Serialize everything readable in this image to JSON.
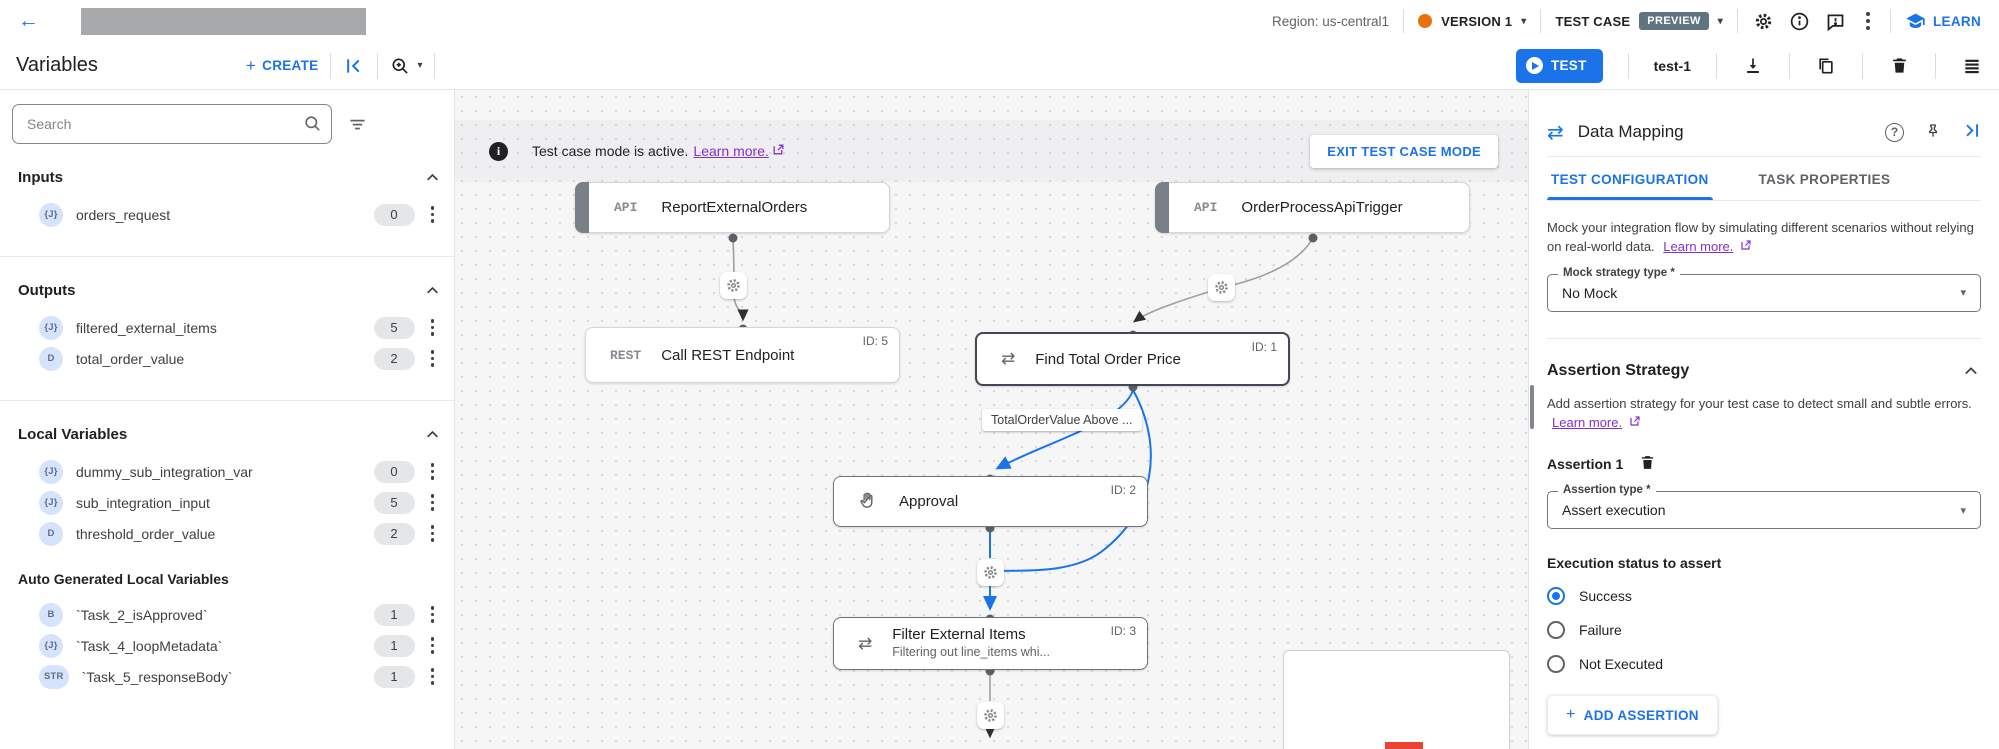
{
  "topbar": {
    "region": "Region: us-central1",
    "version": "VERSION 1",
    "test_case": "TEST CASE",
    "preview": "PREVIEW",
    "learn": "LEARN"
  },
  "toolbar": {
    "title": "Variables",
    "create": "CREATE",
    "test": "TEST",
    "test_case_name": "test-1"
  },
  "variables_panel": {
    "search_placeholder": "Search",
    "sections": [
      {
        "title": "Inputs",
        "items": [
          {
            "type": "{J}",
            "name": "orders_request",
            "count": "0"
          }
        ]
      },
      {
        "title": "Outputs",
        "items": [
          {
            "type": "{J}",
            "name": "filtered_external_items",
            "count": "5"
          },
          {
            "type": "D",
            "name": "total_order_value",
            "count": "2"
          }
        ]
      },
      {
        "title": "Local Variables",
        "items": [
          {
            "type": "{J}",
            "name": "dummy_sub_integration_var",
            "count": "0"
          },
          {
            "type": "{J}",
            "name": "sub_integration_input",
            "count": "5"
          },
          {
            "type": "D",
            "name": "threshold_order_value",
            "count": "2"
          }
        ]
      },
      {
        "title": "Auto Generated Local Variables",
        "items": [
          {
            "type": "B",
            "name": "`Task_2_isApproved`",
            "count": "1"
          },
          {
            "type": "{J}",
            "name": "`Task_4_loopMetadata`",
            "count": "1"
          },
          {
            "type": "STR",
            "name": "`Task_5_responseBody`",
            "count": "1"
          }
        ]
      }
    ]
  },
  "canvas": {
    "banner": {
      "text": "Test case mode is active.",
      "link": "Learn more.",
      "exit": "EXIT TEST CASE MODE"
    },
    "edge_label": "TotalOrderValue Above ...",
    "nodes": [
      {
        "icon": "API",
        "title": "ReportExternalOrders"
      },
      {
        "icon": "API",
        "title": "OrderProcessApiTrigger"
      },
      {
        "icon": "REST",
        "title": "Call REST Endpoint",
        "id": "ID: 5"
      },
      {
        "icon": "⇄",
        "title": "Find Total Order Price",
        "id": "ID: 1"
      },
      {
        "icon": "hand",
        "title": "Approval",
        "id": "ID: 2"
      },
      {
        "icon": "⇄",
        "title": "Filter External Items",
        "subtitle": "Filtering out line_items whi...",
        "id": "ID: 3"
      }
    ]
  },
  "side_panel": {
    "icon": "⇄",
    "title": "Data Mapping",
    "tabs": [
      {
        "label": "TEST CONFIGURATION"
      },
      {
        "label": "TASK PROPERTIES"
      }
    ],
    "mock_text": "Mock your integration flow by simulating different scenarios without relying on real-world data.",
    "mock_link": "Learn more.",
    "mock_field_label": "Mock strategy type *",
    "mock_field_value": "No Mock",
    "assertion_heading": "Assertion Strategy",
    "assertion_text": "Add assertion strategy for your test case to detect small and subtle errors.",
    "assertion_link": "Learn more.",
    "assertion_item": "Assertion 1",
    "type_field_label": "Assertion type *",
    "type_field_value": "Assert execution",
    "status_label": "Execution status to assert",
    "statuses": [
      {
        "label": "Success",
        "selected": true
      },
      {
        "label": "Failure",
        "selected": false
      },
      {
        "label": "Not Executed",
        "selected": false
      }
    ],
    "add_button": "ADD ASSERTION"
  },
  "colors": {
    "accent": "#1a73e8",
    "link_purple": "#8430ce",
    "version_dot": "#e8710a",
    "preview_badge": "#5f7380",
    "danger": "#ea4335"
  }
}
